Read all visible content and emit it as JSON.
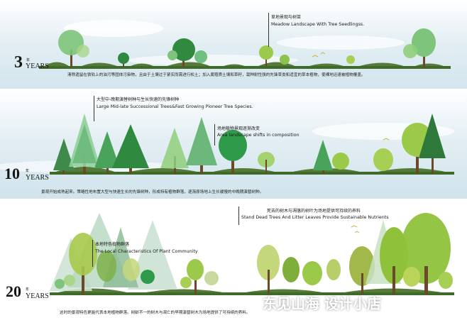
{
  "stages": [
    {
      "number": "3",
      "unit_zh": "年",
      "unit_en": "YEARS",
      "title_zh": "草地景观与树苗",
      "title_en": "Meadow Landscape With Tree Seedlingss.",
      "desc": "清除遗留在铁轨上的油污等固体污染物，且由于土壤过于紧实而需进行松土；加入腐殖质土壤和草籽，栽种耐性强的先锋草类和适宜的草本植物，使裸地迅速被植物覆盖。"
    },
    {
      "number": "10",
      "unit_zh": "年",
      "unit_en": "YEARS",
      "title_zh": "大型中-晚期演替树种与生长快速的先锋树种",
      "title_en": "Large Mid-late Successional Trees&Fast Growing Pioneer Tree Species.",
      "title2_zh": "场地植物景观逐渐改变",
      "title2_en": "Area landscape shifts in composition",
      "desc": "景观开始成熟起来。策略性地布置大型与快速生长的先锋树种，形成特有植物群落，逐渐原场地上生长缓慢的中晚期演替树种。"
    },
    {
      "number": "20",
      "unit_zh": "年",
      "unit_en": "YEARS",
      "title_zh": "本地特色植物群落",
      "title_en": "The Local Characteristics Of Plant Community",
      "title2_zh": "死去的树木与凋落的树叶为场地提供可持续的养料",
      "title2_en": "Stand Dead Trees And Litter Leaves Provide Sustainable Nutrients",
      "desc": "这时的景观特色更能代表本地植物群落。树龄不一的树木与凋亡的早期演替树木为场地提供了可持续的养料。"
    }
  ],
  "watermark": "东见山海 设计小店",
  "colors": {
    "sky": "#dbe9f0",
    "ground": "#3f6b2a",
    "conifer_dark": "#2f8a3f",
    "conifer_light": "#8fcf7a",
    "broadleaf": "#9bc94a",
    "round_tree": "#7ec47a"
  }
}
